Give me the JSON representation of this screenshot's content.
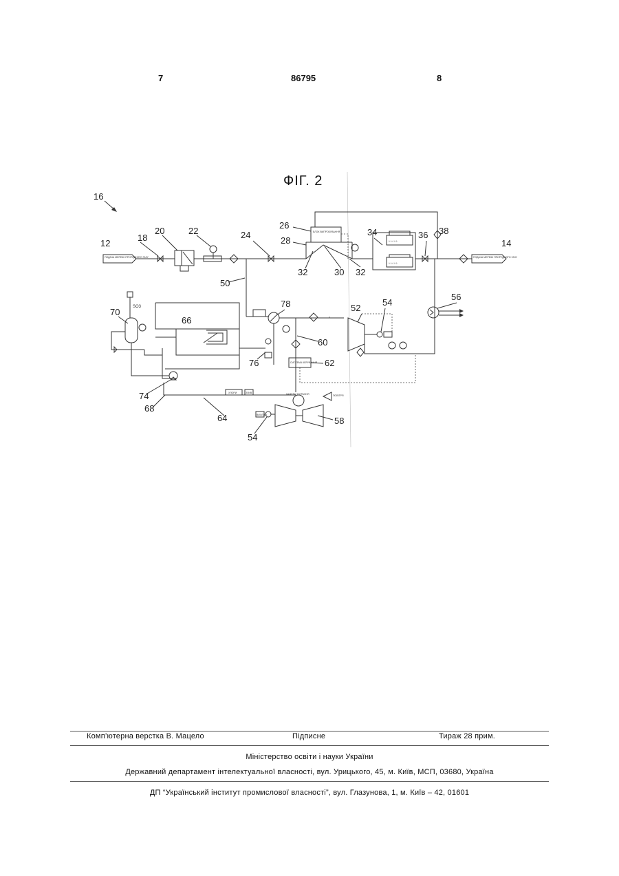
{
  "header": {
    "page_left": "7",
    "patent_number": "86795",
    "page_right": "8"
  },
  "figure": {
    "title": "ФІГ. 2",
    "reference_numerals": [
      "16",
      "12",
      "18",
      "20",
      "22",
      "24",
      "26",
      "28",
      "30",
      "32",
      "32",
      "34",
      "36",
      "38",
      "14",
      "50",
      "52",
      "54",
      "56",
      "70",
      "66",
      "78",
      "60",
      "62",
      "76",
      "74",
      "68",
      "64",
      "58",
      "54"
    ],
    "box_labels": {
      "inlet_left": "ПОДАЧА МЕРЕЖІ ПРИРОДНОГО ГАЗУ",
      "outlet_right": "ПОДАЧА МЕРЕЖІ ПРИРОДНОГО ГАЗУ",
      "box_26": "БЛОК ВИПРОБУВАННЯ",
      "box_62": "СИСТЕМА КЕРУВАННЯ",
      "box_64_a": "ХЛОРИ",
      "box_64_b": "ЗЛИВ",
      "chamber": "КАМЕРА ЗГОРАННЯ",
      "power": "ПОВІТРЯ",
      "label_54": "ВИХЛОП",
      "so3": "SO3"
    }
  },
  "footer": {
    "layout": "Комп’ютерна верстка В. Мацело",
    "signed": "Підписне",
    "circulation": "Тираж 28 прим.",
    "ministry": "Міністерство освіти і науки України",
    "department": "Державний департамент інтелектуальної власності, вул. Урицького, 45, м. Київ, МСП, 03680, Україна",
    "institute": "ДП “Український інститут промислової власності”, вул. Глазунова, 1, м. Київ – 42, 01601"
  }
}
